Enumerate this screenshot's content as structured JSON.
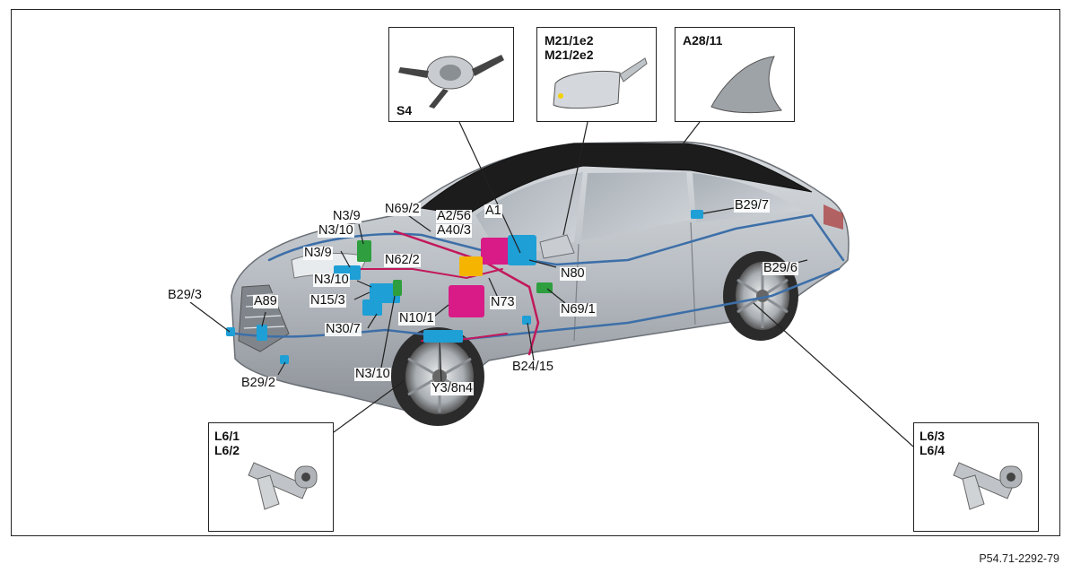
{
  "insets": {
    "s4": [
      "S4"
    ],
    "mirror": [
      "M21/1e2",
      "M21/2e2"
    ],
    "antenna": [
      "A28/11"
    ],
    "front_sensor": [
      "L6/1",
      "L6/2"
    ],
    "rear_sensor": [
      "L6/3",
      "L6/4"
    ]
  },
  "labels": {
    "n3_9_top": "N3/9",
    "n3_10_top": "N3/10",
    "n69_2": "N69/2",
    "a2_56": "A2/56",
    "a40_3": "A40/3",
    "a1": "A1",
    "b29_7": "B29/7",
    "n3_9_mid": "N3/9",
    "n62_2": "N62/2",
    "n3_10_mid": "N3/10",
    "n80": "N80",
    "b29_6": "B29/6",
    "b29_3": "B29/3",
    "n15_3": "N15/3",
    "a89": "A89",
    "n73": "N73",
    "n69_1": "N69/1",
    "n10_1": "N10/1",
    "n30_7": "N30/7",
    "b24_15": "B24/15",
    "b29_2": "B29/2",
    "n3_10_low": "N3/10",
    "y3_8n4": "Y3/8n4"
  },
  "figure_ref": "P54.71-2292-79",
  "colors": {
    "wiring_blue": "#3d6fa8",
    "wiring_red": "#c2185b",
    "module_magenta": "#d81b86",
    "module_cyan": "#1e9fd6",
    "module_green": "#2e9e3e",
    "module_yellow": "#f4b400",
    "car_body": "#b9bec4",
    "roof": "#1c1c1c"
  }
}
